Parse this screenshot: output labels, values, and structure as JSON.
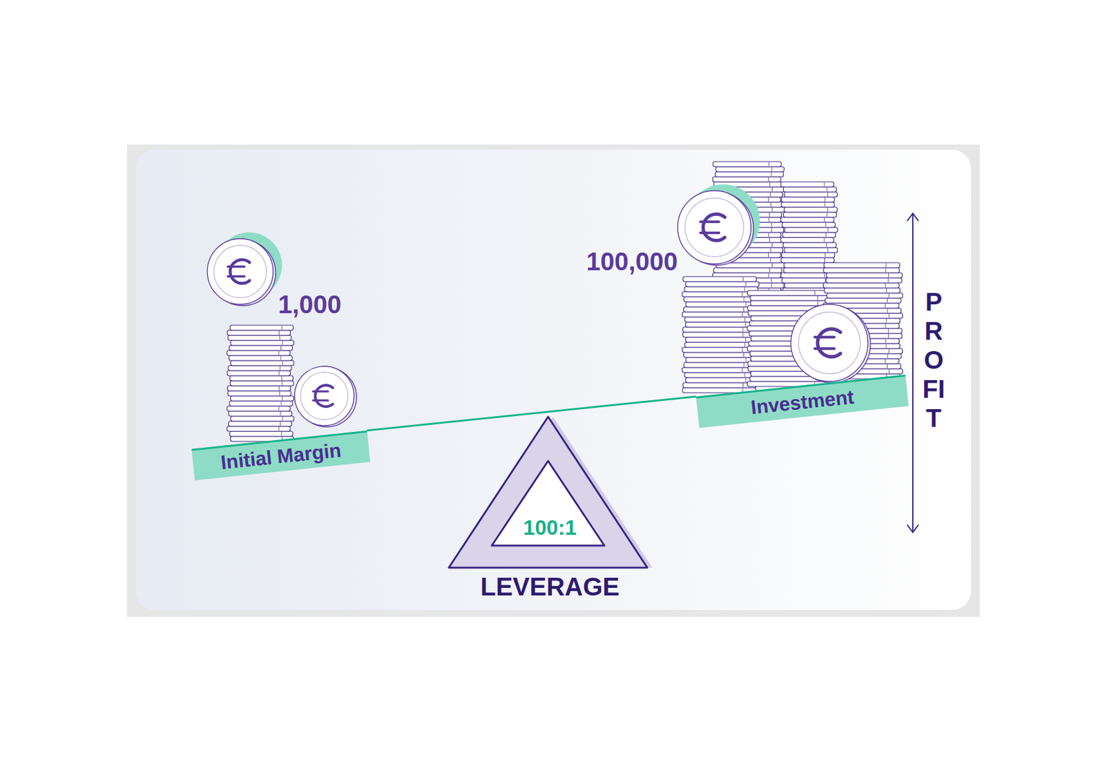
{
  "diagram": {
    "nodes": [
      {
        "text": [
          "Initial Margin"
        ]
      },
      {
        "text": [
          "Investment"
        ]
      },
      {
        "text": [
          "100:1",
          "LEVERAGE"
        ]
      }
    ],
    "edges": [
      {
        "from": 0,
        "to": 1,
        "arrow": "none"
      }
    ],
    "labels": [
      "1,000",
      "100,000",
      "PROFIT"
    ]
  }
}
